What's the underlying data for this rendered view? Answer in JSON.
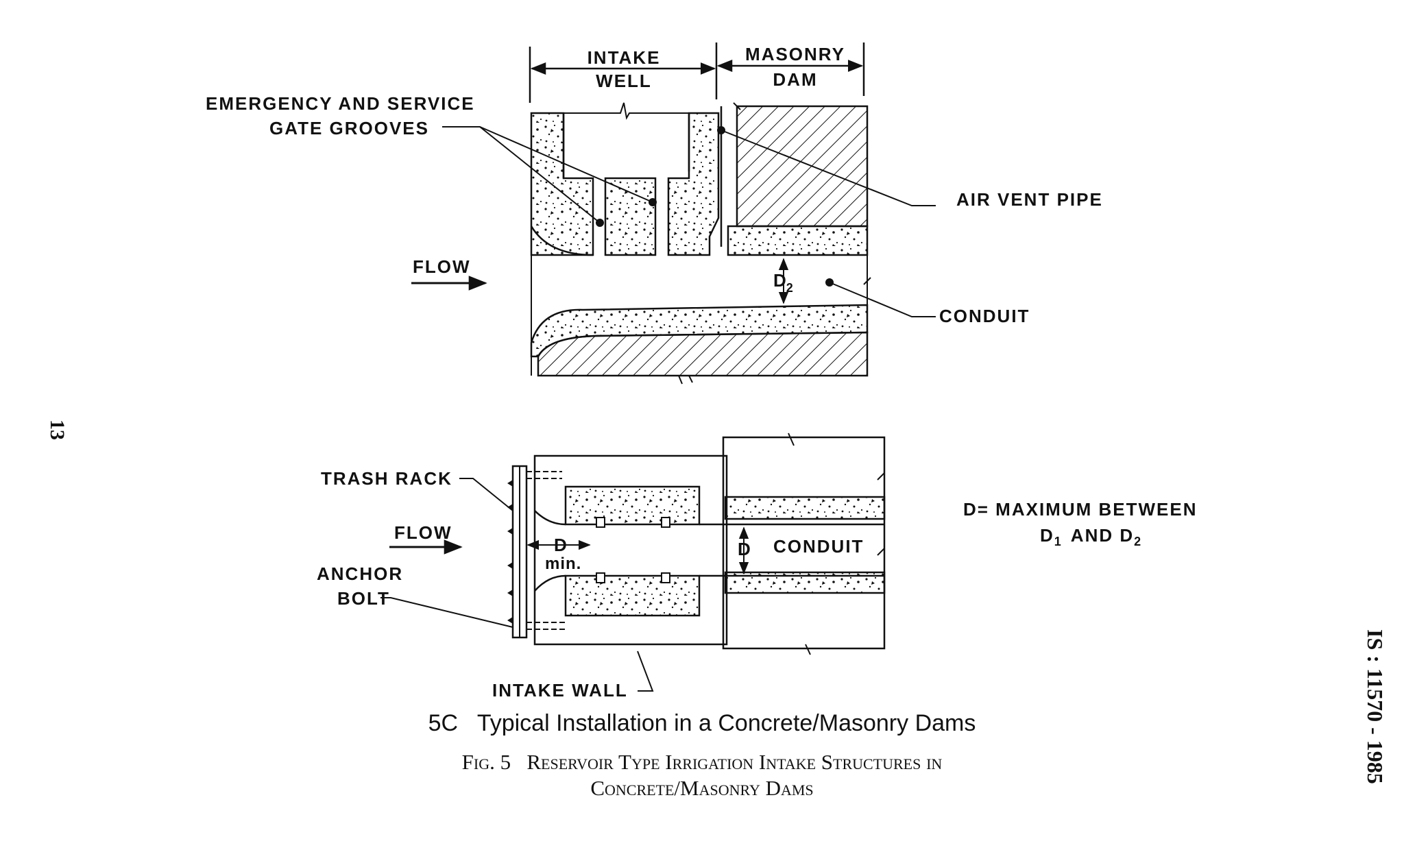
{
  "labels": {
    "intake_well_line1": "INTAKE",
    "intake_well_line2": "WELL",
    "masonry_dam_line1": "MASONRY",
    "masonry_dam_line2": "DAM",
    "gate_grooves_line1": "EMERGENCY AND SERVICE",
    "gate_grooves_line2": "GATE GROOVES",
    "air_vent_pipe": "AIR VENT PIPE",
    "flow_top": "FLOW",
    "d2_label": "D",
    "d2_sub": "2",
    "conduit_top": "CONDUIT",
    "trash_rack": "TRASH RACK",
    "flow_bottom": "FLOW",
    "anchor_bolt_line1": "ANCHOR",
    "anchor_bolt_line2": "BOLT",
    "d_min_label": "D",
    "d_min_sub": "min.",
    "d_label": "D",
    "conduit_bottom": "CONDUIT",
    "intake_wall": "INTAKE WALL",
    "d_note_line1": "D= MAXIMUM BETWEEN",
    "d_note_line2_d1": "D",
    "d_note_line2_d1_sub": "1",
    "d_note_line2_and": "AND D",
    "d_note_line2_d2_sub": "2"
  },
  "captions": {
    "subfigure": "5C   Typical Installation in a Concrete/Masonry Dams",
    "figure_line1": "Fig. 5   Reservoir Type Irrigation Intake Structures in",
    "figure_line2": "Concrete/Masonry Dams"
  },
  "page_number": "13",
  "standard_number": "IS : 11570 - 1985"
}
